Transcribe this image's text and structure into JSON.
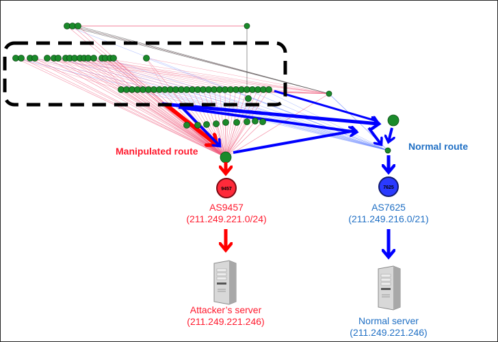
{
  "diagram": {
    "labels": {
      "manipulated_route": "Manipulated route",
      "normal_route": "Normal route"
    },
    "attacker_as": {
      "node_label": "9457",
      "name": "AS9457",
      "prefix": "(211.249.221.0/24)",
      "color": "#ff2a3a"
    },
    "normal_as": {
      "node_label": "7625",
      "name": "AS7625",
      "prefix": "(211.249.216.0/21)",
      "color": "#2a3aff"
    },
    "attacker_server": {
      "name": "Attacker’s server",
      "ip": "(211.249.221.246)"
    },
    "normal_server": {
      "name": "Normal server",
      "ip": "(211.249.221.246)"
    },
    "colors": {
      "attack": "#ff0000",
      "normal": "#0000ff",
      "node": "#1a8a2a",
      "thin_red_edge": "#f06080",
      "thin_blue_edge": "#6080ff",
      "thin_gray_edge": "#555555",
      "highlight_box": "#000000"
    }
  }
}
